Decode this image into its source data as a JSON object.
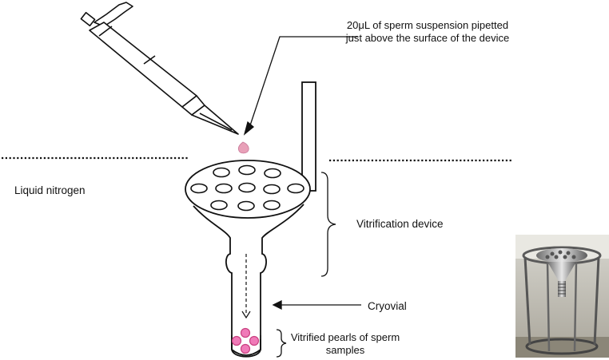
{
  "labels": {
    "pipette_note": "20μL of sperm suspension pipetted just above the surface of the device",
    "liquid_nitrogen": "Liquid nitrogen",
    "vitrification_device": "Vitrification device",
    "cryovial": "Cryovial",
    "pearls": "Vitrified pearls of sperm samples"
  },
  "colors": {
    "droplet": "#e8a0b8",
    "pearl_fill": "#f07ab8",
    "pearl_stroke": "#c8407f",
    "line": "#111111",
    "photo_bg": "#c8c8c0"
  },
  "icons": {
    "pipette": "pipette-icon",
    "device": "vitrification-device-icon",
    "cryovial": "cryovial-icon",
    "photo": "device-photo"
  }
}
